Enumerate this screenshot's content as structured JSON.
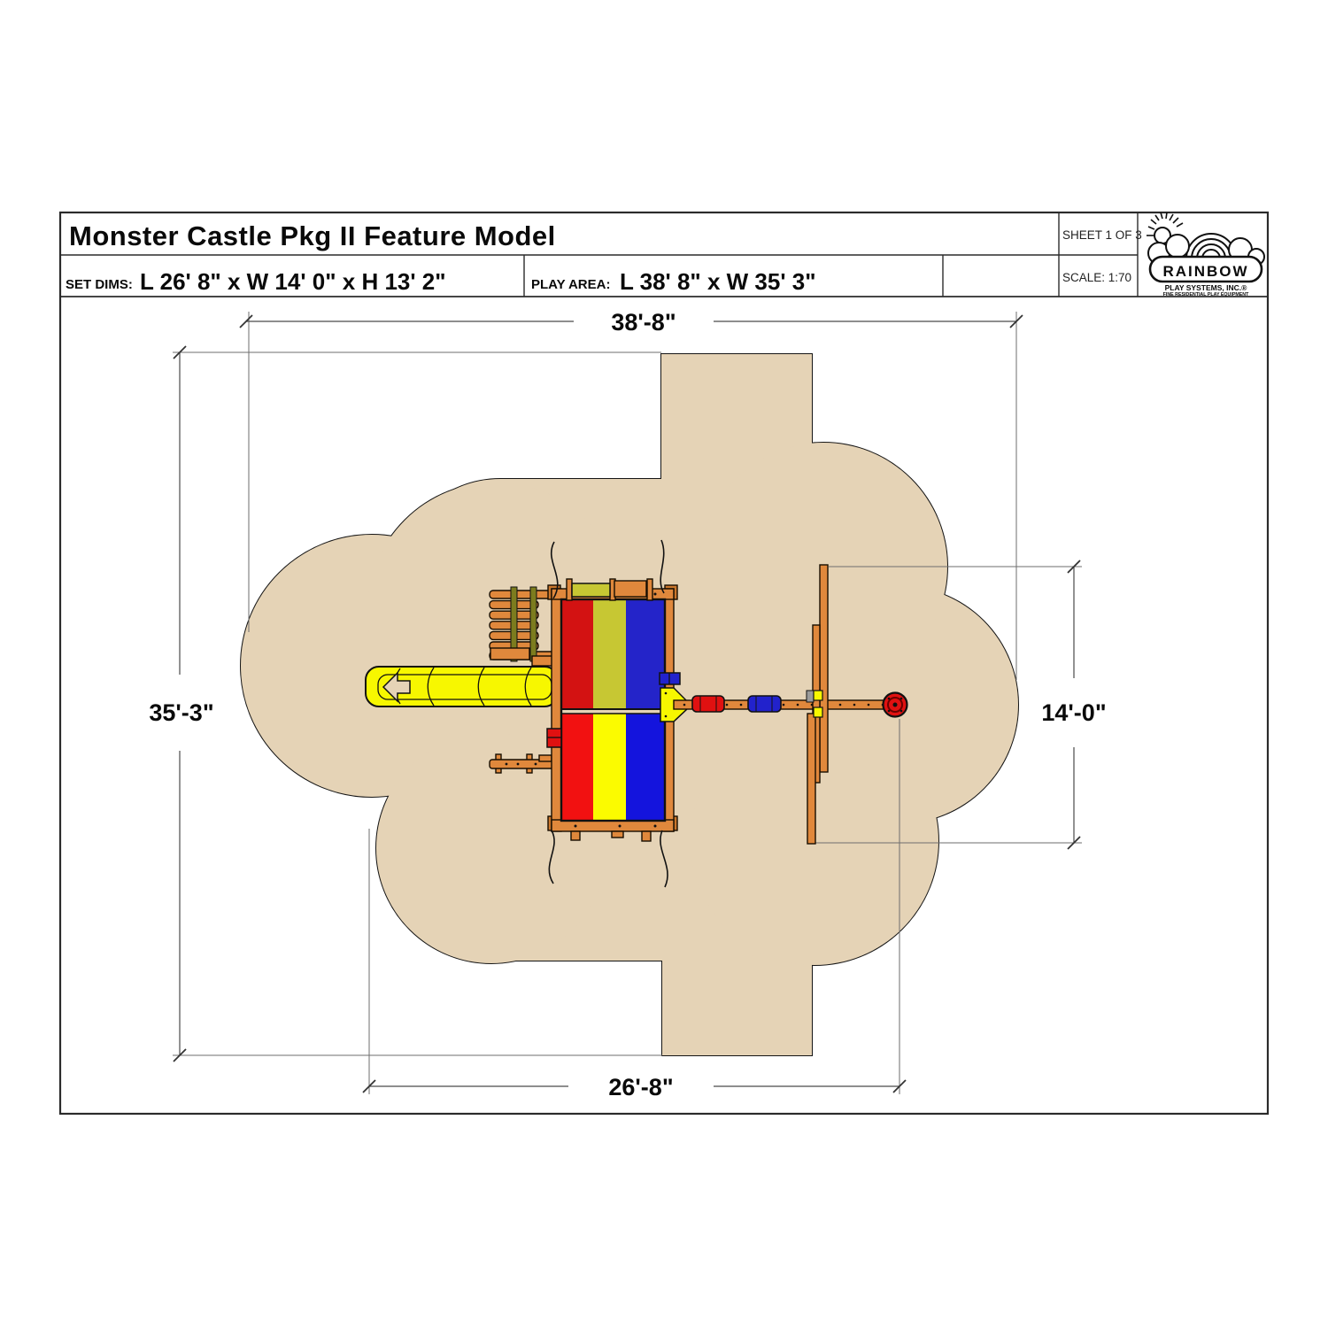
{
  "title_block": {
    "title": "Monster Castle Pkg II Feature Model",
    "set_dims_label": "SET DIMS:",
    "set_dims_value": "L 26' 8\" x W 14' 0\" x H 13' 2\"",
    "play_area_label": "PLAY AREA:",
    "play_area_value": "L 38' 8\" x W 35' 3\"",
    "sheet_label": "SHEET 1 OF 3",
    "scale_label": "SCALE: 1:70"
  },
  "logo": {
    "brand": "RAINBOW",
    "company": "PLAY SYSTEMS, INC.®",
    "tagline": "FINE RESIDENTIAL PLAY EQUIPMENT"
  },
  "dimensions": {
    "play_area_length": "38'-8\"",
    "play_area_width": "35'-3\"",
    "set_width": "14'-0\"",
    "set_length": "26'-8\""
  },
  "colors": {
    "play_area_fill": "#e5d3b6",
    "wood": "#e0883c",
    "slide_yellow": "#f7f700",
    "canopy_red_top": "#d31212",
    "canopy_yellow_top": "#c7c733",
    "canopy_blue_top": "#2424c9",
    "canopy_red_bottom": "#f21111",
    "canopy_yellow_bottom": "#fbfb00",
    "canopy_blue_bottom": "#1414dd",
    "swing_seat_red": "#e01111",
    "swing_seat_blue": "#2222cc",
    "tire_swing_red": "#e01111"
  }
}
